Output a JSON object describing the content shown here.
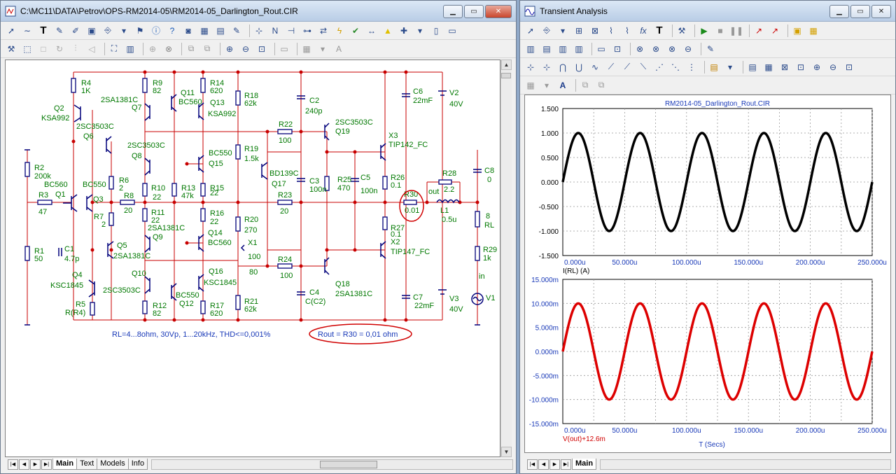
{
  "left_window": {
    "title": "C:\\MC11\\DATA\\Petrov\\OPS-RM2014-05\\RM2014-05_Darlington_Rout.CIR",
    "tabs": [
      "Main",
      "Text",
      "Models",
      "Info"
    ],
    "active_tab": "Main"
  },
  "right_window": {
    "title": "Transient Analysis",
    "tabs": [
      "Main"
    ]
  },
  "schematic": {
    "labels": [
      {
        "t": "R4"
      },
      {
        "t": "1K"
      },
      {
        "t": "R9"
      },
      {
        "t": "82"
      },
      {
        "t": "R14"
      },
      {
        "t": "620"
      },
      {
        "t": "Q11"
      },
      {
        "t": "BC560"
      },
      {
        "t": "2SA1381C"
      },
      {
        "t": "Q7"
      },
      {
        "t": "Q13"
      },
      {
        "t": "KSA992"
      },
      {
        "t": "R18"
      },
      {
        "t": "62k"
      },
      {
        "t": "C2"
      },
      {
        "t": "240p"
      },
      {
        "t": "C6"
      },
      {
        "t": "22mF"
      },
      {
        "t": "V2"
      },
      {
        "t": "40V"
      },
      {
        "t": "Q2"
      },
      {
        "t": "KSA992"
      },
      {
        "t": "2SC3503C"
      },
      {
        "t": "Q6"
      },
      {
        "t": "R22"
      },
      {
        "t": "100"
      },
      {
        "t": "2SC3503C"
      },
      {
        "t": "Q19"
      },
      {
        "t": "X3"
      },
      {
        "t": "TIP142_FC"
      },
      {
        "t": "2SC3503C"
      },
      {
        "t": "Q8"
      },
      {
        "t": "BC550"
      },
      {
        "t": "Q15"
      },
      {
        "t": "R19"
      },
      {
        "t": "1.5k"
      },
      {
        "t": "C8"
      },
      {
        "t": "0"
      },
      {
        "t": "R2"
      },
      {
        "t": "200k"
      },
      {
        "t": "BC560"
      },
      {
        "t": "Q1"
      },
      {
        "t": "R3"
      },
      {
        "t": "47"
      },
      {
        "t": "BC550"
      },
      {
        "t": "Q3"
      },
      {
        "t": "R6"
      },
      {
        "t": "2"
      },
      {
        "t": "R8"
      },
      {
        "t": "20"
      },
      {
        "t": "R10"
      },
      {
        "t": "22"
      },
      {
        "t": "R13"
      },
      {
        "t": "47k"
      },
      {
        "t": "R15"
      },
      {
        "t": "22"
      },
      {
        "t": "BD139C"
      },
      {
        "t": "Q17"
      },
      {
        "t": "C3"
      },
      {
        "t": "100n"
      },
      {
        "t": "R25"
      },
      {
        "t": "470"
      },
      {
        "t": "C5"
      },
      {
        "t": "100n"
      },
      {
        "t": "R26"
      },
      {
        "t": "0.1"
      },
      {
        "t": "R28"
      },
      {
        "t": "2.2"
      },
      {
        "t": "out"
      },
      {
        "t": "R23"
      },
      {
        "t": "20"
      },
      {
        "t": "R30"
      },
      {
        "t": "0.01"
      },
      {
        "t": "L1"
      },
      {
        "t": "0.5u"
      },
      {
        "t": "8"
      },
      {
        "t": "RL"
      },
      {
        "t": "R7"
      },
      {
        "t": "2"
      },
      {
        "t": "R11"
      },
      {
        "t": "22"
      },
      {
        "t": "2SA1381C"
      },
      {
        "t": "Q9"
      },
      {
        "t": "R16"
      },
      {
        "t": "22"
      },
      {
        "t": "Q14"
      },
      {
        "t": "BC560"
      },
      {
        "t": "R20"
      },
      {
        "t": "270"
      },
      {
        "t": "X1"
      },
      {
        "t": "100"
      },
      {
        "t": "R27"
      },
      {
        "t": "0.1"
      },
      {
        "t": "R1"
      },
      {
        "t": "50"
      },
      {
        "t": "C1"
      },
      {
        "t": "4.7p"
      },
      {
        "t": "Q5"
      },
      {
        "t": "2SA1381C"
      },
      {
        "t": "X2"
      },
      {
        "t": "TIP147_FC"
      },
      {
        "t": "R29"
      },
      {
        "t": "1k"
      },
      {
        "t": "R24"
      },
      {
        "t": "100"
      },
      {
        "t": "80"
      },
      {
        "t": "Q10"
      },
      {
        "t": "Q16"
      },
      {
        "t": "KSC1845"
      },
      {
        "t": "Q4"
      },
      {
        "t": "KSC1845"
      },
      {
        "t": "2SC3503C"
      },
      {
        "t": "BC550"
      },
      {
        "t": "Q12"
      },
      {
        "t": "Q18"
      },
      {
        "t": "2SA1381C"
      },
      {
        "t": "C4"
      },
      {
        "t": "C(C2)"
      },
      {
        "t": "C7"
      },
      {
        "t": "22mF"
      },
      {
        "t": "V3"
      },
      {
        "t": "40V"
      },
      {
        "t": "V1"
      },
      {
        "t": "R5"
      },
      {
        "t": "R(R4)"
      },
      {
        "t": "R12"
      },
      {
        "t": "82"
      },
      {
        "t": "R17"
      },
      {
        "t": "620"
      },
      {
        "t": "R21"
      },
      {
        "t": "62k"
      },
      {
        "t": "in"
      }
    ],
    "caption": "RL=4...8ohm, 30Vp, 1...20kHz, THD<=0,001%",
    "rout_note": "Rout = R30 = 0,01 ohm"
  },
  "chart_data": [
    {
      "type": "line",
      "title": "RM2014-05_Darlington_Rout.CIR",
      "xlabel": "I(RL) (A)",
      "ylabel": "",
      "xlim": [
        0,
        250
      ],
      "ylim": [
        -1.5,
        1.5
      ],
      "x_tick_labels": [
        "0.000u",
        "50.000u",
        "100.000u",
        "150.000u",
        "200.000u",
        "250.000u"
      ],
      "y_tick_labels": [
        "1.500",
        "1.000",
        "0.500",
        "0.000",
        "-0.500",
        "-1.000",
        "-1.500"
      ],
      "series": [
        {
          "name": "I(RL)",
          "color": "#000000",
          "amplitude": 1.0,
          "frequency_khz": 20,
          "values_desc": "sine"
        }
      ]
    },
    {
      "type": "line",
      "title": "",
      "xlabel": "T (Secs)",
      "ylabel": "",
      "xlim": [
        0,
        250
      ],
      "ylim": [
        -15,
        15
      ],
      "x_tick_labels": [
        "0.000u",
        "50.000u",
        "100.000u",
        "150.000u",
        "200.000u",
        "250.000u"
      ],
      "y_tick_labels": [
        "15.000m",
        "10.000m",
        "5.000m",
        "0.000m",
        "-5.000m",
        "-10.000m",
        "-15.000m"
      ],
      "series": [
        {
          "name": "V(out)+12.6m",
          "color": "#dd0000",
          "amplitude": 10.0,
          "frequency_khz": 20
        }
      ]
    }
  ]
}
